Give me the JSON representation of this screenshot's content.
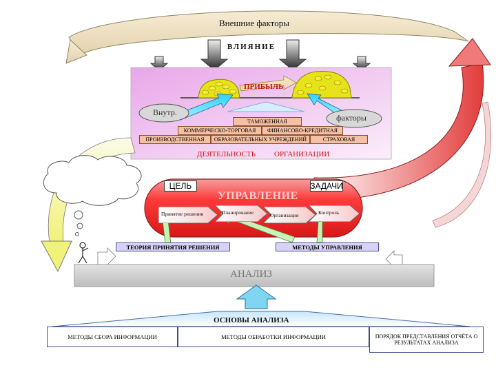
{
  "top": {
    "external_factors": "Внешние факторы",
    "influence": "ВЛИЯНИЕ"
  },
  "enterprise": {
    "profit": "ПРИБЫЛЬ",
    "internal": "Внутр.",
    "factors": "факторы",
    "customs": "ТАМОЖЕННАЯ",
    "commercial": "КОММЕРЧЕСКО-ТОРГОВАЯ",
    "financial": "ФИНАНСОВО-КРЕДИТНАЯ",
    "production": "ПРОИЗВОДСТВЕННАЯ",
    "educational": "ОБРАЗОВАТЕЛЬНЫХ УЧРЕЖДЕНИЙ",
    "insurance": "СТРАХОВАЯ",
    "activity": "ДЕЯТЕЛЬНОСТЬ",
    "organization": "ОРГАНИЗАЦИИ"
  },
  "management": {
    "goal": "ЦЕЛЬ",
    "tasks": "ЗАДАЧИ",
    "title": "УПРАВЛЕНИЕ",
    "steps": [
      "Принятие решения",
      "Планирование",
      "Организация",
      "Контроль"
    ]
  },
  "theory": "ТЕОРИЯ ПРИНЯТИЯ РЕШЕНИЯ",
  "methods_management": "МЕТОДЫ УПРАВЛЕНИЯ",
  "analysis": "АНАЛИЗ",
  "foundations": {
    "title": "ОСНОВЫ АНАЛИЗА",
    "items": [
      "МЕТОДЫ СБОРА ИНФОРМАЦИИ",
      "МЕТОДЫ ОБРАБОТКИ ИНФОРМАЦИИ"
    ]
  },
  "report_order": "ПОРЯДОК ПРЕДСТАВЛЕНИЯ ОТЧЁТА О РЕЗУЛЬТАТАХ АНАЛИЗА"
}
